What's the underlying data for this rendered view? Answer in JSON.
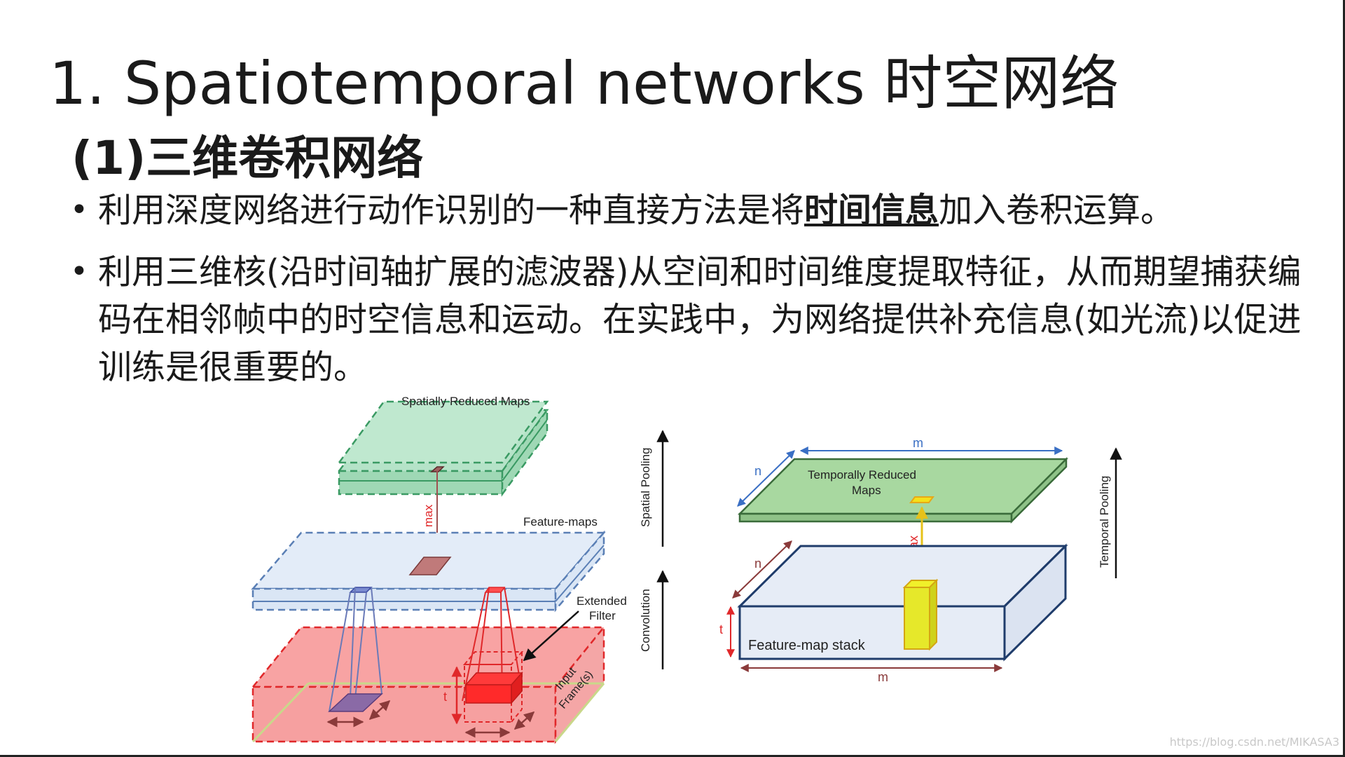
{
  "slide": {
    "title": "1. Spatiotemporal networks 时空网络",
    "subtitle": "(1)三维卷积网络",
    "bullets": [
      {
        "before": "利用深度网络进行动作识别的一种直接方法是将",
        "emphasis": "时间信息",
        "after": "加入卷积运算。"
      },
      {
        "text": "利用三维核(沿时间轴扩展的滤波器)从空间和时间维度提取特征，从而期望捕获编码在相邻帧中的时空信息和运动。在实践中，为网络提供补充信息(如光流)以促进训练是很重要的。"
      }
    ]
  },
  "figure_left": {
    "spatially_reduced_maps": "Spatially Reduced Maps",
    "feature_maps": "Feature-maps",
    "extended_filter_line1": "Extended",
    "extended_filter_line2": "Filter",
    "input_frames_line1": "Input",
    "input_frames_line2": "Frame(s)",
    "max_label": "max",
    "t_label": "t",
    "spatial_pooling": "Spatial Pooling",
    "convolution": "Convolution"
  },
  "figure_right": {
    "temporally_reduced_line1": "Temporally Reduced",
    "temporally_reduced_line2": "Maps",
    "feature_map_stack": "Feature-map stack",
    "max_label": "max",
    "n_label": "n",
    "m_label": "m",
    "t_label": "t",
    "temporal_pooling": "Temporal Pooling"
  },
  "watermark": "https://blog.csdn.net/MIKASA3",
  "colors": {
    "green_fill": "#b5e3c8",
    "green_stroke": "#3a9a63",
    "blue_fill": "#e3ecf8",
    "blue_stroke": "#5a7fb5",
    "red_fill": "#f8a3a3",
    "red_stroke": "#e0282a",
    "yellow_fill": "#e6e82a",
    "dark_blue": "#1f3c6b"
  }
}
